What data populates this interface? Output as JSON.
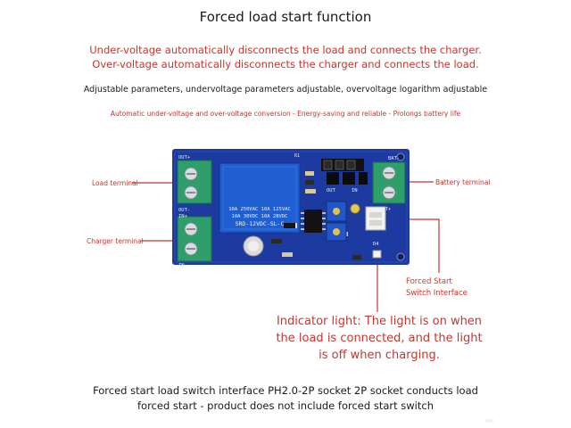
{
  "title": "Forced load start function",
  "red_lines": [
    "Under-voltage automatically disconnects the load and connects the charger.",
    "Over-voltage automatically disconnects the charger and connects the load."
  ],
  "params_text": "Adjustable parameters, undervoltage parameters adjustable, overvoltage logarithm adjustable",
  "conversion_text": "Automatic under-voltage and over-voltage conversion - Energy-saving and reliable - Prolongs battery life",
  "labels": {
    "load_terminal": "Load terminal",
    "charger_terminal": "Charger terminal",
    "battery_terminal": "Battery terminal",
    "forced_line1": "Forced Start",
    "forced_line2": "Switch Interface"
  },
  "indicator_lines": [
    "Indicator light: The light is on when",
    "the load is connected, and the light",
    "is off when charging."
  ],
  "board_text": {
    "relay_line1": "10A 250VAC  10A 125VAC",
    "relay_line2": "10A  30VDC  10A 28VDC",
    "relay_model": "SRD-12VDC-SL-C",
    "out_plus": "OUT+",
    "out_minus": "OUT-",
    "in_plus": "IN+",
    "in_minus": "IN-",
    "bat_minus": "BAT-",
    "bat_plus": "BAT+",
    "out": "OUT",
    "in": "IN",
    "d4": "D4",
    "r1": "R1"
  },
  "bottom_lines": [
    "Forced start load switch interface PH2.0-2P socket 2P socket conducts load",
    "forced start - product does not include forced start switch"
  ],
  "watermark": "ENC",
  "colors": {
    "accent_red": "#c8352c",
    "pcb_blue": "#1c3aa0",
    "relay_blue": "#1f5fd1",
    "terminal_green": "#2e9e6a"
  }
}
